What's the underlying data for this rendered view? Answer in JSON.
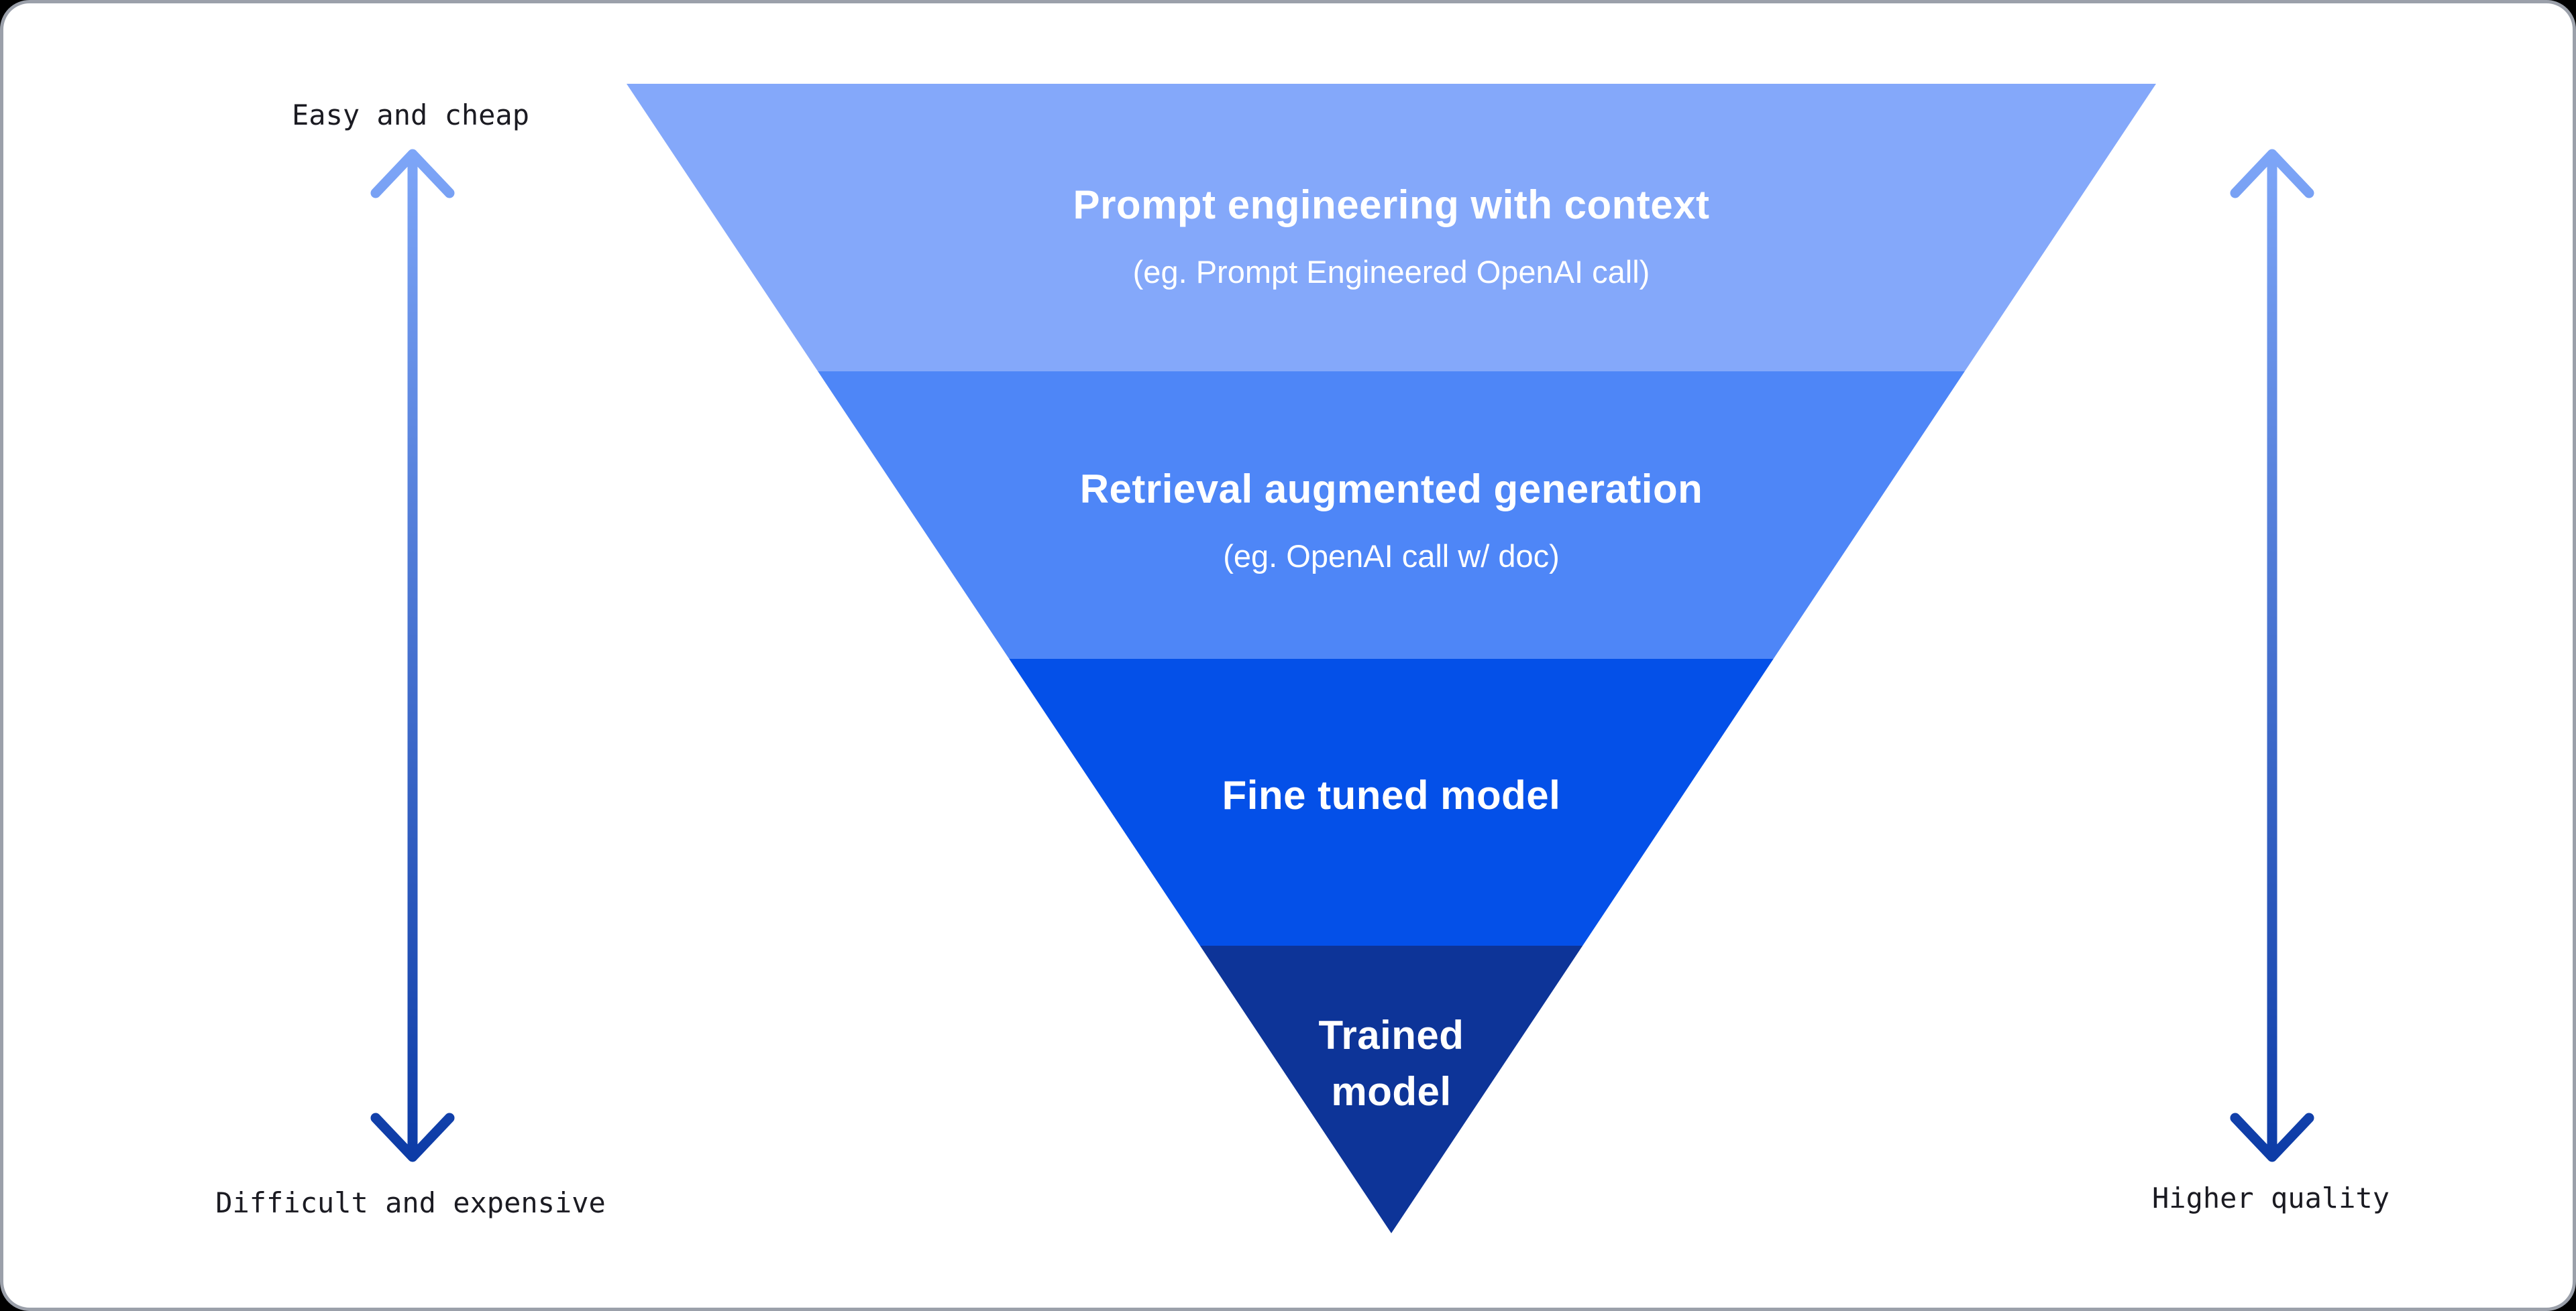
{
  "diagram": {
    "funnel_levels": [
      {
        "title": "Prompt engineering with context",
        "subtitle": "(eg. Prompt Engineered OpenAI call)",
        "color": "#84a8fa"
      },
      {
        "title": "Retrieval augmented generation",
        "subtitle": "(eg. OpenAI call w/ doc)",
        "color": "#4e86f7"
      },
      {
        "title": "Fine tuned model",
        "color": "#0450e8"
      },
      {
        "title": "Trained model",
        "color": "#0d3498"
      }
    ],
    "left_axis": {
      "top_label": "Easy and cheap",
      "bottom_label": "Difficult and expensive"
    },
    "right_axis": {
      "bottom_label": "Higher quality"
    },
    "arrow_gradient": {
      "top": "#7ea6f8",
      "bottom": "#0c3ba6"
    },
    "colors": {
      "background": "#000000",
      "card": "#ffffff",
      "card_border": "#9ba0aa",
      "label_text": "#1b1b22",
      "level_text": "#ffffff"
    }
  }
}
